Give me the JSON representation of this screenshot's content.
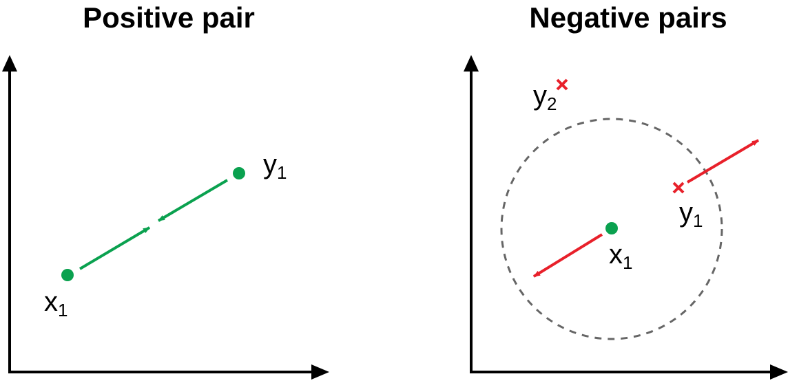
{
  "panels": {
    "positive": {
      "title": "Positive pair",
      "point_x": {
        "base": "x",
        "sub": "1"
      },
      "point_y": {
        "base": "y",
        "sub": "1"
      }
    },
    "negative": {
      "title": "Negative pairs",
      "point_x": {
        "base": "x",
        "sub": "1"
      },
      "point_y1": {
        "base": "y",
        "sub": "1"
      },
      "point_y2": {
        "base": "y",
        "sub": "2"
      }
    }
  },
  "colors": {
    "axis": "#000000",
    "positive": "#0aa14f",
    "negative": "#e8202a",
    "boundary": "#666666"
  }
}
